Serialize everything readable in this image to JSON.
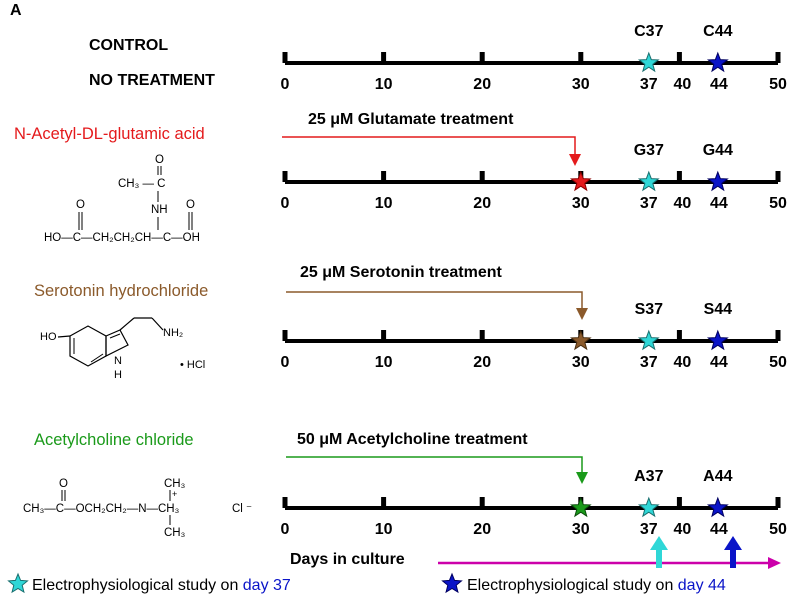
{
  "panel_letter": "A",
  "control": {
    "line1": "CONTROL",
    "line2": "NO TREATMENT",
    "markers": [
      "C37",
      "C44"
    ]
  },
  "glutamate": {
    "name": "N-Acetyl-DL-glutamic acid",
    "treatment": "25 μM Glutamate treatment",
    "markers": [
      "G37",
      "G44"
    ],
    "color": "#e41a1c"
  },
  "serotonin": {
    "name": "Serotonin hydrochloride",
    "treatment": "25 μM Serotonin treatment",
    "markers": [
      "S37",
      "S44"
    ],
    "color": "#8b5a2b"
  },
  "acetylcholine": {
    "name": "Acetylcholine chloride",
    "treatment": "50 μM Acetylcholine treatment",
    "markers": [
      "A37",
      "A44"
    ],
    "color": "#1a9a1a"
  },
  "axis": {
    "ticks": [
      0,
      10,
      20,
      30,
      37,
      40,
      44,
      50
    ],
    "labels": [
      "0",
      "10",
      "20",
      "30",
      "37",
      "40",
      "44",
      "50"
    ],
    "treatment_day": 30,
    "study_days": [
      37,
      44
    ]
  },
  "structures": {
    "glutamate": {
      "acetyl": "CH₃ — C",
      "oxygen": "O",
      "nh": "NH",
      "chain": "HO—C—CH₂CH₂CH—C—OH",
      "o_left": "O",
      "o_right": "O"
    },
    "serotonin": {
      "ho": "HO",
      "nh2": "NH₂",
      "nh": "N",
      "h": "H",
      "hcl": "• HCl"
    },
    "acetylcholine": {
      "formula": "CH₃—C—OCH₂CH₂—N—CH₃",
      "oxygen": "O",
      "plus": "+",
      "ch3_top": "CH₃",
      "ch3_bottom": "CH₃",
      "cl": "Cl ⁻"
    }
  },
  "bottom": {
    "days_label": "Days in culture",
    "arrow_color": "#cc00aa"
  },
  "legend": {
    "day37_text": "Electrophysiological study on ",
    "day37_day": "day 37",
    "day44_text": "Electrophysiological study on ",
    "day44_day": "day 44",
    "cyan": "#2fd7d7",
    "blue": "#0a14c8"
  }
}
